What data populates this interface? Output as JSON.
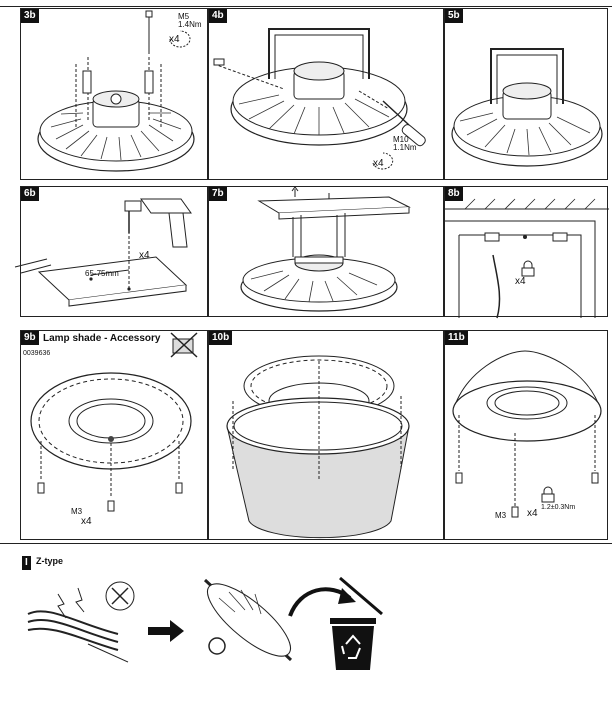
{
  "steps": {
    "s3b": {
      "tag": "3b",
      "screw": "M5",
      "torque": "1.4Nm",
      "count": "x4"
    },
    "s4b": {
      "tag": "4b",
      "screw": "M10",
      "torque": "1.1Nm",
      "count": "x4"
    },
    "s5b": {
      "tag": "5b"
    },
    "s6b": {
      "tag": "6b",
      "spacing": "65-75mm",
      "count": "x4"
    },
    "s7b": {
      "tag": "7b"
    },
    "s8b": {
      "tag": "8b",
      "count": "x4"
    },
    "s9b": {
      "tag": "9b",
      "title": "Lamp shade - Accessory",
      "code": "0039636",
      "screw": "M3",
      "count": "x4"
    },
    "s10b": {
      "tag": "10b"
    },
    "s11b": {
      "tag": "11b",
      "screw": "M3",
      "count": "x4",
      "torque": "1.2±0.3Nm"
    },
    "z": {
      "tag": "I",
      "title": "Z-type"
    }
  },
  "icons": [
    "hand-drill-icon",
    "screwdriver-icon",
    "padlock-icon",
    "crossed-box-icon",
    "recycle-bin-icon",
    "arrow-right-icon",
    "curved-arrow-icon",
    "cut-wires-icon"
  ]
}
